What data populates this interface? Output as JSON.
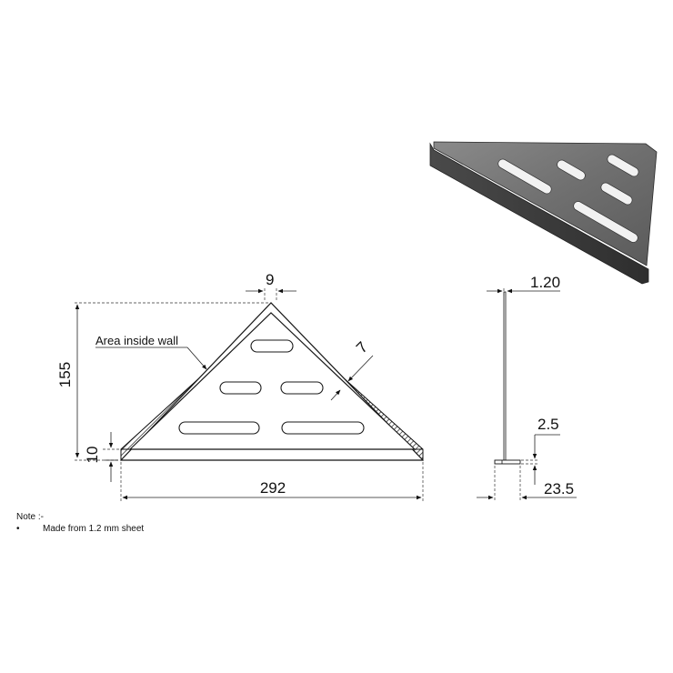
{
  "dimensions": {
    "top_width": "9",
    "height": "155",
    "wall": "7",
    "lip": "10",
    "width": "292",
    "sheet": "1.20",
    "side_lip": "2.5",
    "depth": "23.5"
  },
  "labels": {
    "area_inside_wall": "Area inside wall"
  },
  "note": {
    "title": "Note :-",
    "bullet": "•",
    "item": "Made from 1.2 mm sheet"
  }
}
